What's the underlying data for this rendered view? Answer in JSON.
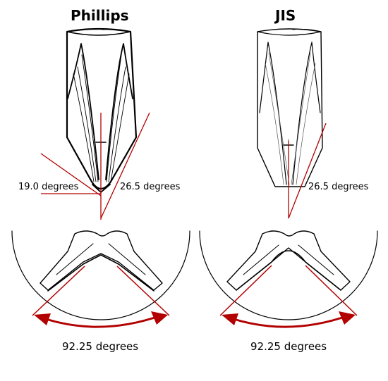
{
  "titles": {
    "phillips": "Phillips",
    "jis": "JIS"
  },
  "phillips": {
    "angle_left": "19.0 degrees",
    "angle_right": "26.5 degrees",
    "cross_angle": "92.25 degrees"
  },
  "jis": {
    "angle_right": "26.5 degrees",
    "cross_angle": "92.25 degrees"
  },
  "colors": {
    "outline": "#000000",
    "annotation": "#b30000"
  }
}
